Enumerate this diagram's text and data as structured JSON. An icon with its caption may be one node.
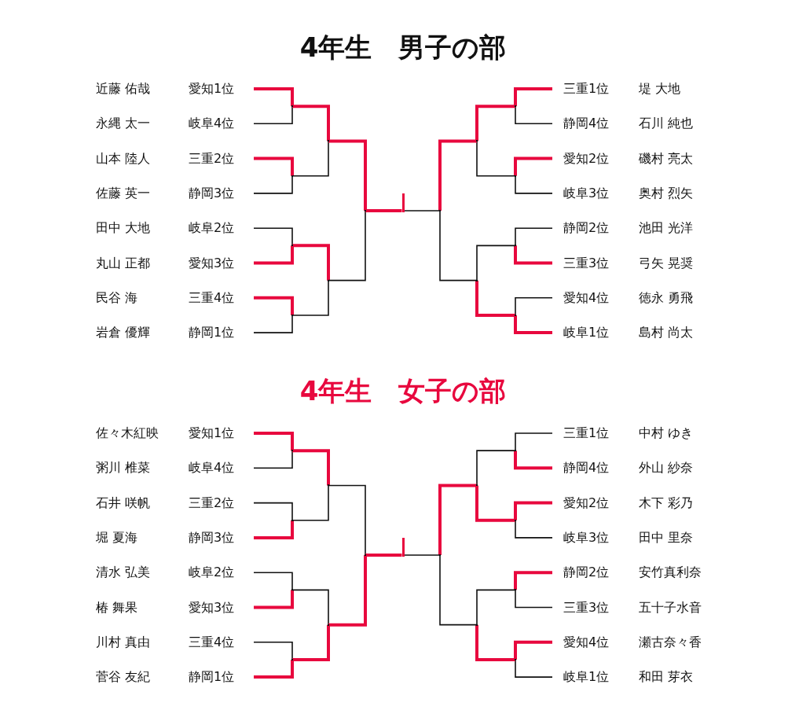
{
  "diagram": {
    "nodes": [
      {
        "text": [
          "近藤 佑哉",
          "愛知1位"
        ]
      },
      {
        "text": [
          "永縄 太一",
          "岐阜4位"
        ]
      },
      {
        "text": [
          "山本 陸人",
          "三重2位"
        ]
      },
      {
        "text": [
          "佐藤 英一",
          "静岡3位"
        ]
      },
      {
        "text": [
          "田中 大地",
          "岐阜2位"
        ]
      },
      {
        "text": [
          "丸山 正都",
          "愛知3位"
        ]
      },
      {
        "text": [
          "民谷 海",
          "三重4位"
        ]
      },
      {
        "text": [
          "岩倉 優輝",
          "静岡1位"
        ]
      },
      {
        "text": [
          "三重1位",
          "堤 大地"
        ]
      },
      {
        "text": [
          "静岡4位",
          "石川 純也"
        ]
      },
      {
        "text": [
          "愛知2位",
          "磯村 亮太"
        ]
      },
      {
        "text": [
          "岐阜3位",
          "奥村 烈矢"
        ]
      },
      {
        "text": [
          "静岡2位",
          "池田 光洋"
        ]
      },
      {
        "text": [
          "三重3位",
          "弓矢 晃奨"
        ]
      },
      {
        "text": [
          "愛知4位",
          "徳永 勇飛"
        ]
      },
      {
        "text": [
          "岐阜1位",
          "島村 尚太"
        ]
      },
      {
        "text": [],
        "shape": "point"
      },
      {
        "text": [],
        "shape": "point"
      },
      {
        "text": [],
        "shape": "point"
      },
      {
        "text": [],
        "shape": "point"
      },
      {
        "text": [],
        "shape": "point"
      },
      {
        "text": [],
        "shape": "point"
      },
      {
        "text": [],
        "shape": "point"
      },
      {
        "text": [],
        "shape": "point"
      },
      {
        "text": [],
        "shape": "point"
      },
      {
        "text": [],
        "shape": "point"
      },
      {
        "text": [],
        "shape": "point"
      },
      {
        "text": [],
        "shape": "point"
      },
      {
        "text": [],
        "shape": "point"
      },
      {
        "text": [],
        "shape": "point"
      },
      {
        "text": [],
        "shape": "bar"
      },
      {
        "text": [
          "佐々木紅映",
          "愛知1位"
        ]
      },
      {
        "text": [
          "粥川 椎菜",
          "岐阜4位"
        ]
      },
      {
        "text": [
          "石井 咲帆",
          "三重2位"
        ]
      },
      {
        "text": [
          "堀 夏海",
          "静岡3位"
        ]
      },
      {
        "text": [
          "清水 弘美",
          "岐阜2位"
        ]
      },
      {
        "text": [
          "椿 舞果",
          "愛知3位"
        ]
      },
      {
        "text": [
          "川村 真由",
          "三重4位"
        ]
      },
      {
        "text": [
          "菅谷 友紀",
          "静岡1位"
        ]
      },
      {
        "text": [
          "三重1位",
          "中村 ゆき"
        ]
      },
      {
        "text": [
          "静岡4位",
          "外山 紗奈"
        ]
      },
      {
        "text": [
          "愛知2位",
          "木下 彩乃"
        ]
      },
      {
        "text": [
          "岐阜3位",
          "田中 里奈"
        ]
      },
      {
        "text": [
          "静岡2位",
          "安竹真利奈"
        ]
      },
      {
        "text": [
          "三重3位",
          "五十子水音"
        ]
      },
      {
        "text": [
          "愛知4位",
          "瀬古奈々香"
        ]
      },
      {
        "text": [
          "岐阜1位",
          "和田 芽衣"
        ]
      },
      {
        "text": [],
        "shape": "point"
      },
      {
        "text": [],
        "shape": "point"
      },
      {
        "text": [],
        "shape": "point"
      },
      {
        "text": [],
        "shape": "point"
      },
      {
        "text": [],
        "shape": "point"
      },
      {
        "text": [],
        "shape": "point"
      },
      {
        "text": [],
        "shape": "point"
      },
      {
        "text": [],
        "shape": "point"
      },
      {
        "text": [],
        "shape": "point"
      },
      {
        "text": [],
        "shape": "point"
      },
      {
        "text": [],
        "shape": "point"
      },
      {
        "text": [],
        "shape": "point"
      },
      {
        "text": [],
        "shape": "point"
      },
      {
        "text": [],
        "shape": "point"
      },
      {
        "text": [],
        "shape": "bar"
      }
    ],
    "edges": [
      {
        "from": 0,
        "to": 16,
        "arrow": "none",
        "style": "thick",
        "color": "#e8083e"
      },
      {
        "from": 1,
        "to": 16,
        "arrow": "none",
        "color": "#111111"
      },
      {
        "from": 2,
        "to": 17,
        "arrow": "none",
        "style": "thick",
        "color": "#e8083e"
      },
      {
        "from": 3,
        "to": 17,
        "arrow": "none",
        "color": "#111111"
      },
      {
        "from": 4,
        "to": 18,
        "arrow": "none",
        "color": "#111111"
      },
      {
        "from": 5,
        "to": 18,
        "arrow": "none",
        "style": "thick",
        "color": "#e8083e"
      },
      {
        "from": 6,
        "to": 19,
        "arrow": "none",
        "style": "thick",
        "color": "#e8083e"
      },
      {
        "from": 7,
        "to": 19,
        "arrow": "none",
        "color": "#111111"
      },
      {
        "from": 8,
        "to": 20,
        "arrow": "none",
        "style": "thick",
        "color": "#e8083e"
      },
      {
        "from": 9,
        "to": 20,
        "arrow": "none",
        "color": "#111111"
      },
      {
        "from": 10,
        "to": 21,
        "arrow": "none",
        "style": "thick",
        "color": "#e8083e"
      },
      {
        "from": 11,
        "to": 21,
        "arrow": "none",
        "color": "#111111"
      },
      {
        "from": 12,
        "to": 22,
        "arrow": "none",
        "color": "#111111"
      },
      {
        "from": 13,
        "to": 22,
        "arrow": "none",
        "style": "thick",
        "color": "#e8083e"
      },
      {
        "from": 14,
        "to": 23,
        "arrow": "none",
        "color": "#111111"
      },
      {
        "from": 15,
        "to": 23,
        "arrow": "none",
        "style": "thick",
        "color": "#e8083e"
      },
      {
        "from": 16,
        "to": 24,
        "arrow": "none",
        "style": "thick",
        "color": "#e8083e"
      },
      {
        "from": 17,
        "to": 24,
        "arrow": "none",
        "color": "#111111"
      },
      {
        "from": 18,
        "to": 25,
        "arrow": "none",
        "style": "thick",
        "color": "#e8083e"
      },
      {
        "from": 19,
        "to": 25,
        "arrow": "none",
        "color": "#111111"
      },
      {
        "from": 20,
        "to": 26,
        "arrow": "none",
        "style": "thick",
        "color": "#e8083e"
      },
      {
        "from": 21,
        "to": 26,
        "arrow": "none",
        "color": "#111111"
      },
      {
        "from": 22,
        "to": 27,
        "arrow": "none",
        "color": "#111111"
      },
      {
        "from": 23,
        "to": 27,
        "arrow": "none",
        "style": "thick",
        "color": "#e8083e"
      },
      {
        "from": 24,
        "to": 28,
        "arrow": "none",
        "style": "thick",
        "color": "#e8083e"
      },
      {
        "from": 25,
        "to": 28,
        "arrow": "none",
        "color": "#111111"
      },
      {
        "from": 26,
        "to": 29,
        "arrow": "none",
        "style": "thick",
        "color": "#e8083e"
      },
      {
        "from": 27,
        "to": 29,
        "arrow": "none",
        "color": "#111111"
      },
      {
        "from": 28,
        "to": 30,
        "arrow": "none",
        "style": "thick",
        "color": "#e8083e"
      },
      {
        "from": 29,
        "to": 30,
        "arrow": "none",
        "color": "#111111"
      },
      {
        "from": 31,
        "to": 47,
        "arrow": "none",
        "style": "thick",
        "color": "#e8083e"
      },
      {
        "from": 32,
        "to": 47,
        "arrow": "none",
        "color": "#111111"
      },
      {
        "from": 33,
        "to": 48,
        "arrow": "none",
        "color": "#111111"
      },
      {
        "from": 34,
        "to": 48,
        "arrow": "none",
        "style": "thick",
        "color": "#e8083e"
      },
      {
        "from": 35,
        "to": 49,
        "arrow": "none",
        "color": "#111111"
      },
      {
        "from": 36,
        "to": 49,
        "arrow": "none",
        "style": "thick",
        "color": "#e8083e"
      },
      {
        "from": 37,
        "to": 50,
        "arrow": "none",
        "color": "#111111"
      },
      {
        "from": 38,
        "to": 50,
        "arrow": "none",
        "style": "thick",
        "color": "#e8083e"
      },
      {
        "from": 39,
        "to": 51,
        "arrow": "none",
        "color": "#111111"
      },
      {
        "from": 40,
        "to": 51,
        "arrow": "none",
        "style": "thick",
        "color": "#e8083e"
      },
      {
        "from": 41,
        "to": 52,
        "arrow": "none",
        "style": "thick",
        "color": "#e8083e"
      },
      {
        "from": 42,
        "to": 52,
        "arrow": "none",
        "color": "#111111"
      },
      {
        "from": 43,
        "to": 53,
        "arrow": "none",
        "style": "thick",
        "color": "#e8083e"
      },
      {
        "from": 44,
        "to": 53,
        "arrow": "none",
        "color": "#111111"
      },
      {
        "from": 45,
        "to": 54,
        "arrow": "none",
        "style": "thick",
        "color": "#e8083e"
      },
      {
        "from": 46,
        "to": 54,
        "arrow": "none",
        "color": "#111111"
      },
      {
        "from": 47,
        "to": 55,
        "arrow": "none",
        "style": "thick",
        "color": "#e8083e"
      },
      {
        "from": 48,
        "to": 55,
        "arrow": "none",
        "color": "#111111"
      },
      {
        "from": 49,
        "to": 56,
        "arrow": "none",
        "color": "#111111"
      },
      {
        "from": 50,
        "to": 56,
        "arrow": "none",
        "style": "thick",
        "color": "#e8083e"
      },
      {
        "from": 51,
        "to": 57,
        "arrow": "none",
        "color": "#111111"
      },
      {
        "from": 52,
        "to": 57,
        "arrow": "none",
        "style": "thick",
        "color": "#e8083e"
      },
      {
        "from": 53,
        "to": 58,
        "arrow": "none",
        "color": "#111111"
      },
      {
        "from": 54,
        "to": 58,
        "arrow": "none",
        "style": "thick",
        "color": "#e8083e"
      },
      {
        "from": 55,
        "to": 59,
        "arrow": "none",
        "color": "#111111"
      },
      {
        "from": 56,
        "to": 59,
        "arrow": "none",
        "style": "thick",
        "color": "#e8083e"
      },
      {
        "from": 57,
        "to": 60,
        "arrow": "none",
        "style": "thick",
        "color": "#e8083e"
      },
      {
        "from": 58,
        "to": 60,
        "arrow": "none",
        "color": "#111111"
      },
      {
        "from": 59,
        "to": 61,
        "arrow": "none",
        "style": "thick",
        "color": "#e8083e"
      },
      {
        "from": 60,
        "to": 61,
        "arrow": "none",
        "color": "#111111"
      }
    ],
    "labels": [
      "4年生　男子の部",
      "4年生　女子の部"
    ]
  }
}
